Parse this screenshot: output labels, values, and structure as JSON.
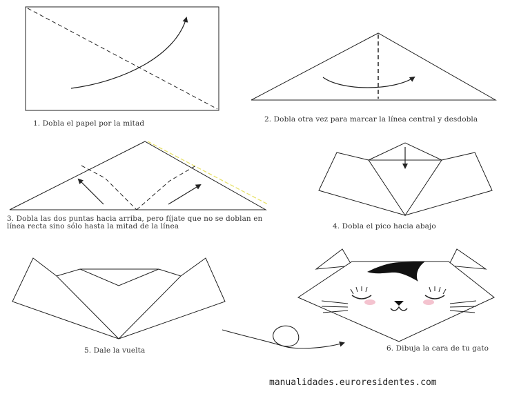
{
  "steps": [
    {
      "caption": "1. Dobla el papel por la mitad"
    },
    {
      "caption": "2. Dobla otra vez para marcar la línea central y desdobla"
    },
    {
      "caption": "3. Dobla las dos puntas hacia arriba, pero fíjate que no se doblan en línea recta sino sólo hasta la mitad de la línea"
    },
    {
      "caption": "4. Dobla el pico hacia abajo"
    },
    {
      "caption": "5. Dale la vuelta"
    },
    {
      "caption": "6. Dibuja la cara de tu gato"
    }
  ],
  "footer": {
    "website": "manualidades.euroresidentes.com"
  },
  "colors": {
    "line": "#222222",
    "accent_black": "#111111",
    "cheek_pink": "#f4c3cf",
    "guide_yellow": "#e8e26a"
  }
}
